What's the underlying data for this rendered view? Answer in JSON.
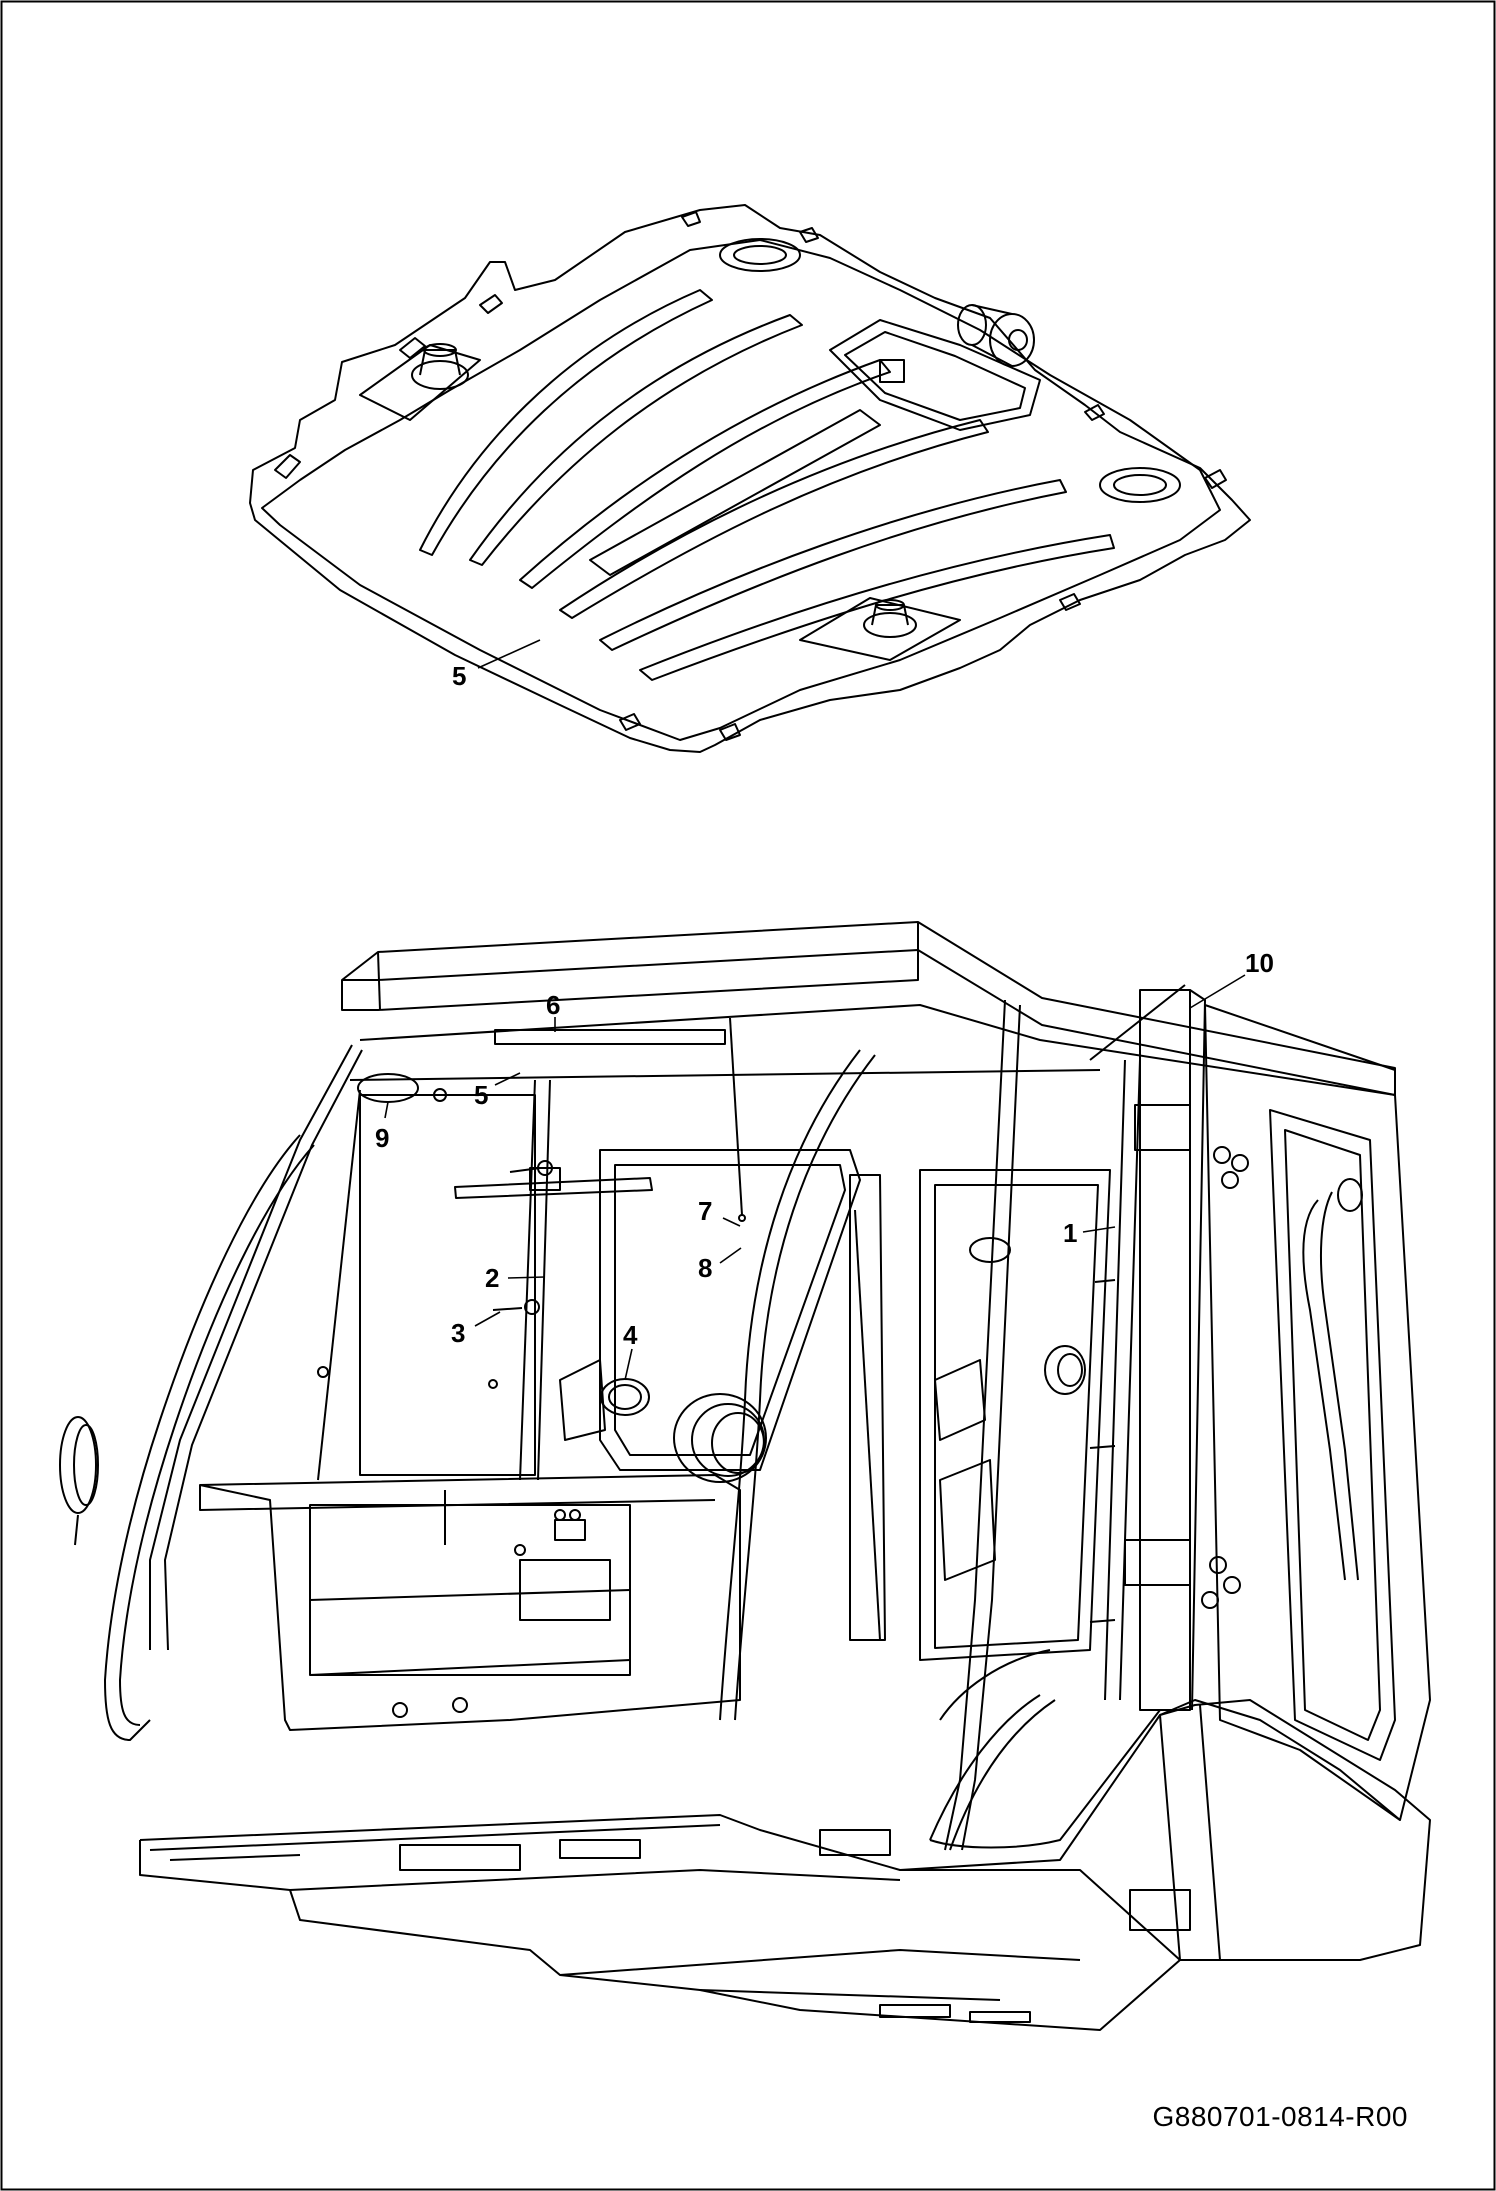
{
  "callouts": {
    "c1": "1",
    "c2": "2",
    "c3": "3",
    "c4": "4",
    "c5_top": "5",
    "c5_bottom": "5",
    "c6": "6",
    "c7": "7",
    "c8": "8",
    "c9": "9",
    "c10": "10"
  },
  "document_id": "G880701-0814-R00",
  "colors": {
    "line": "#000000",
    "background": "#ffffff"
  }
}
